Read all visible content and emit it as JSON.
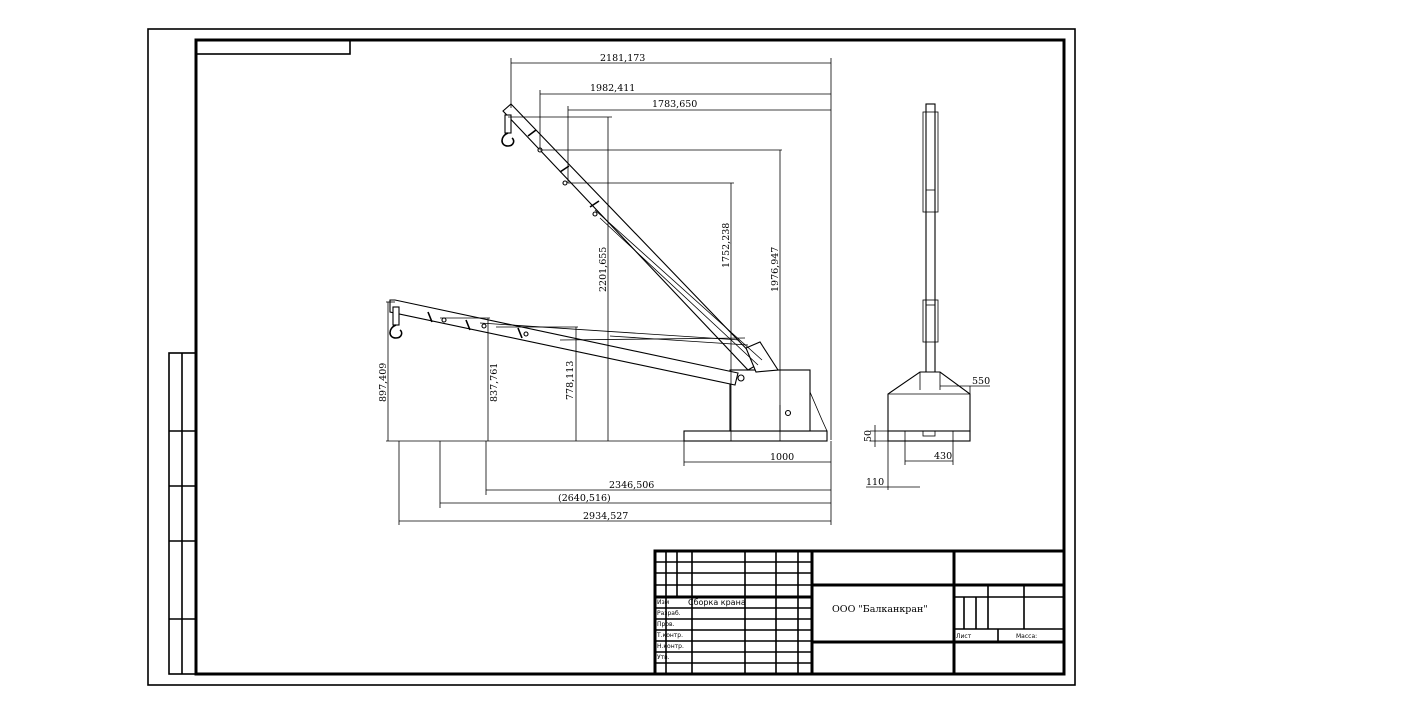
{
  "dimensions_side_view": {
    "top_1": "2181,173",
    "top_2": "1982,411",
    "top_3": "1783,650",
    "height_1": "2201,655",
    "height_2": "1752,238",
    "height_3": "1976,947",
    "height_4": "897,409",
    "height_5": "837,761",
    "height_6": "778,113",
    "base_width": "1000",
    "bottom_1": "2346,506",
    "bottom_2": "(2640,516)",
    "bottom_3": "2934,527"
  },
  "dimensions_front_view": {
    "width_top": "550",
    "height_base": "50",
    "width_base": "430",
    "offset": "110"
  },
  "title_block": {
    "drawing_title": "Сборка крана",
    "organization": "ООО \"Балканкран\"",
    "row_labels": [
      "Изм",
      "Разраб.",
      "Пров.",
      "Т.контр.",
      "Н.контр.",
      "Утв."
    ],
    "sheet_label": "Лист",
    "mass_label": "Масса:"
  }
}
